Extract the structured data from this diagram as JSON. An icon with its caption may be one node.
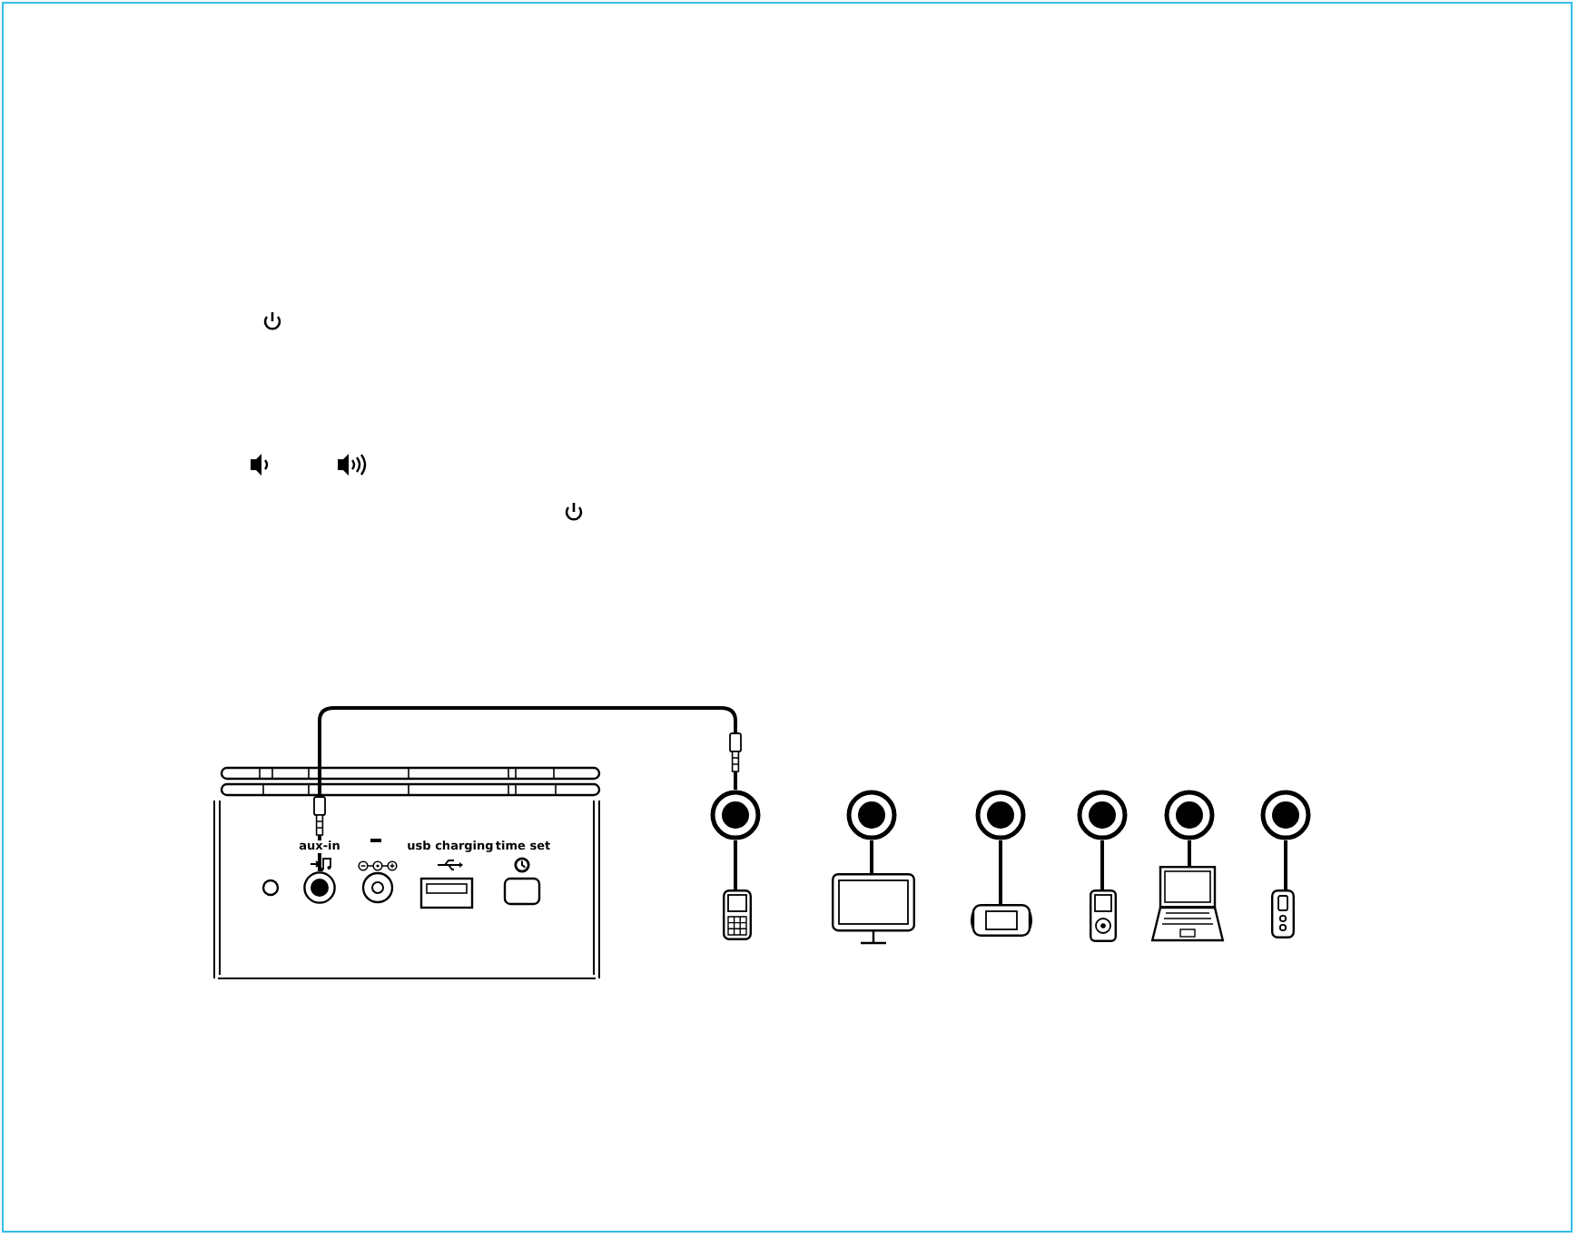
{
  "diagram": {
    "nodes": [
      {
        "text": [],
        "shape": "circle"
      },
      {
        "text": [],
        "shape": "circle"
      },
      {
        "text": [],
        "shape": "circle"
      },
      {
        "text": [],
        "shape": "circle"
      },
      {
        "text": [],
        "shape": "circle"
      },
      {
        "text": [],
        "shape": "circle"
      },
      {
        "text": [],
        "shape": "circle"
      },
      {
        "text": [],
        "shape": "picture"
      },
      {
        "text": [],
        "shape": "picture"
      },
      {
        "text": [],
        "shape": "picture"
      },
      {
        "text": [],
        "shape": "picture"
      },
      {
        "text": [],
        "shape": "picture"
      },
      {
        "text": [],
        "shape": "picture"
      }
    ],
    "edges": [
      {
        "from": 0,
        "to": 1,
        "arrow": "other"
      },
      {
        "from": 1,
        "to": 7,
        "arrow": "none"
      },
      {
        "from": 2,
        "to": 8,
        "arrow": "none"
      },
      {
        "from": 3,
        "to": 9,
        "arrow": "none"
      },
      {
        "from": 4,
        "to": 10,
        "arrow": "none"
      },
      {
        "from": 5,
        "to": 11,
        "arrow": "none"
      },
      {
        "from": 6,
        "to": 12,
        "arrow": "none"
      }
    ],
    "labels": [
      "aux-in",
      "usb charging",
      "time set"
    ]
  }
}
